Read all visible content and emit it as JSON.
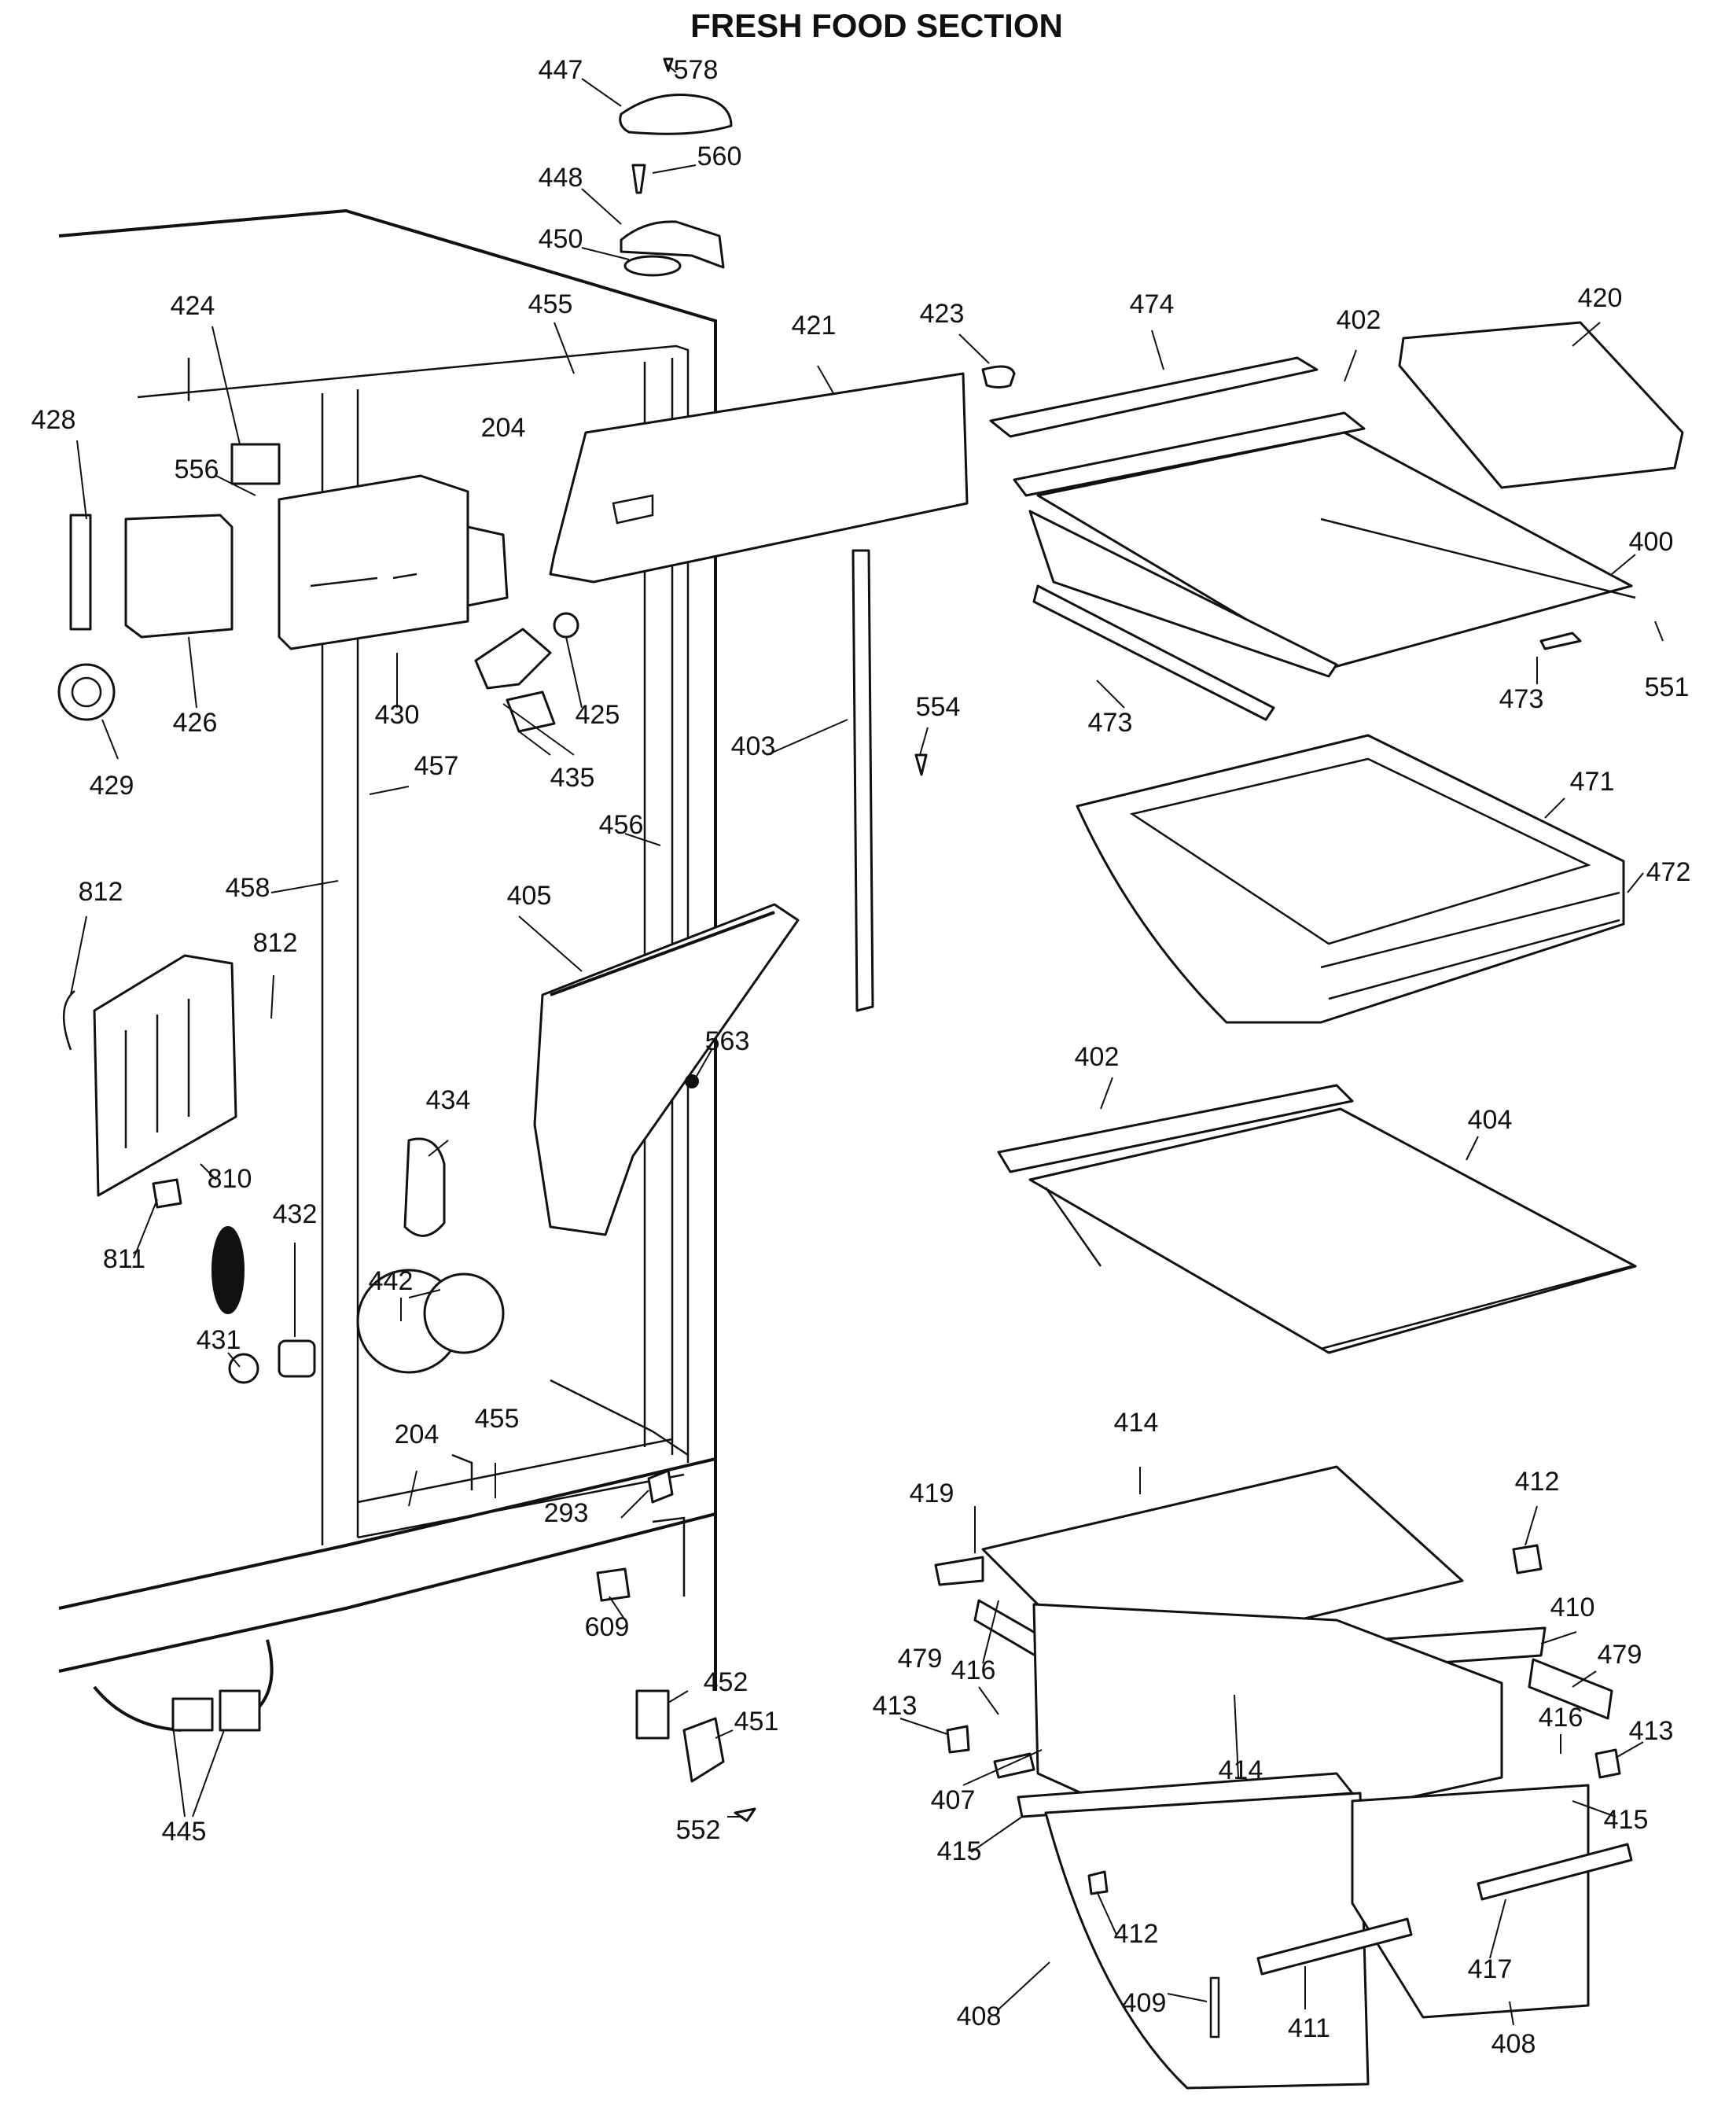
{
  "title": "FRESH FOOD SECTION",
  "labels": [
    "447",
    "578",
    "448",
    "560",
    "450",
    "455",
    "421",
    "423",
    "474",
    "402",
    "420",
    "424",
    "204",
    "428",
    "556",
    "400",
    "551",
    "473",
    "473",
    "426",
    "430",
    "425",
    "429",
    "435",
    "554",
    "403",
    "457",
    "471",
    "456",
    "472",
    "812",
    "458",
    "405",
    "812",
    "563",
    "402",
    "434",
    "404",
    "810",
    "432",
    "811",
    "442",
    "431",
    "455",
    "204",
    "414",
    "419",
    "412",
    "293",
    "410",
    "609",
    "479",
    "479",
    "416",
    "413",
    "416",
    "413",
    "452",
    "451",
    "414",
    "407",
    "415",
    "415",
    "445",
    "552",
    "412",
    "417",
    "409",
    "408",
    "411",
    "408"
  ]
}
